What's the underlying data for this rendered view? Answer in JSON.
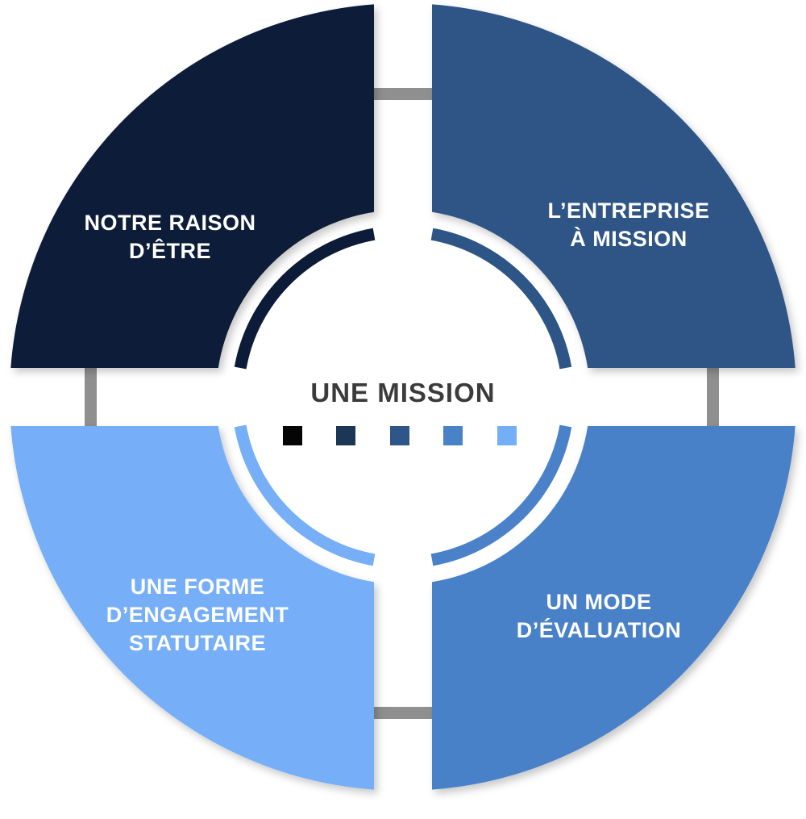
{
  "center": {
    "title": "UNE MISSION",
    "swatches": [
      "#050505",
      "#1c3656",
      "#2e5688",
      "#4a82c8",
      "#74aef7"
    ]
  },
  "quadrants": [
    {
      "id": "top-left",
      "lines": [
        "NOTRE RAISON",
        "D’ÊTRE"
      ],
      "color": "#0b1b38"
    },
    {
      "id": "top-right",
      "lines": [
        "L’ENTREPRISE",
        "À MISSION"
      ],
      "color": "#2d5585"
    },
    {
      "id": "bottom-right",
      "lines": [
        "UN MODE",
        "D’ÉVALUATION"
      ],
      "color": "#4a81c9"
    },
    {
      "id": "bottom-left",
      "lines": [
        "UNE FORME",
        "D’ENGAGEMENT",
        "STATUTAIRE"
      ],
      "color": "#76aff8"
    }
  ],
  "colors": {
    "connector": "#8f8f8f",
    "center_text": "#3b3b3b"
  }
}
